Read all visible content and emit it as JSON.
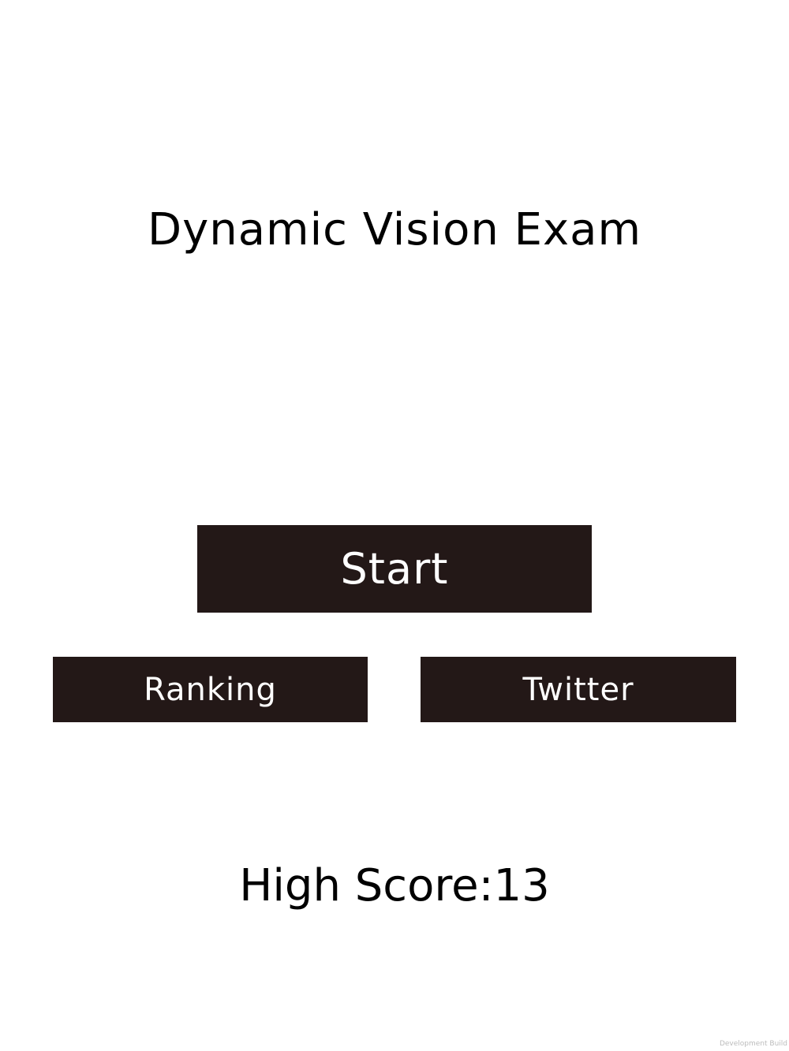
{
  "title": "Dynamic Vision Exam",
  "buttons": {
    "start": "Start",
    "ranking": "Ranking",
    "twitter": "Twitter"
  },
  "high_score": {
    "label": "High Score:",
    "value": "13"
  },
  "build_label": "Development Build",
  "colors": {
    "background": "#ffffff",
    "button": "#231817",
    "button_text": "#ffffff",
    "text": "#000000"
  }
}
